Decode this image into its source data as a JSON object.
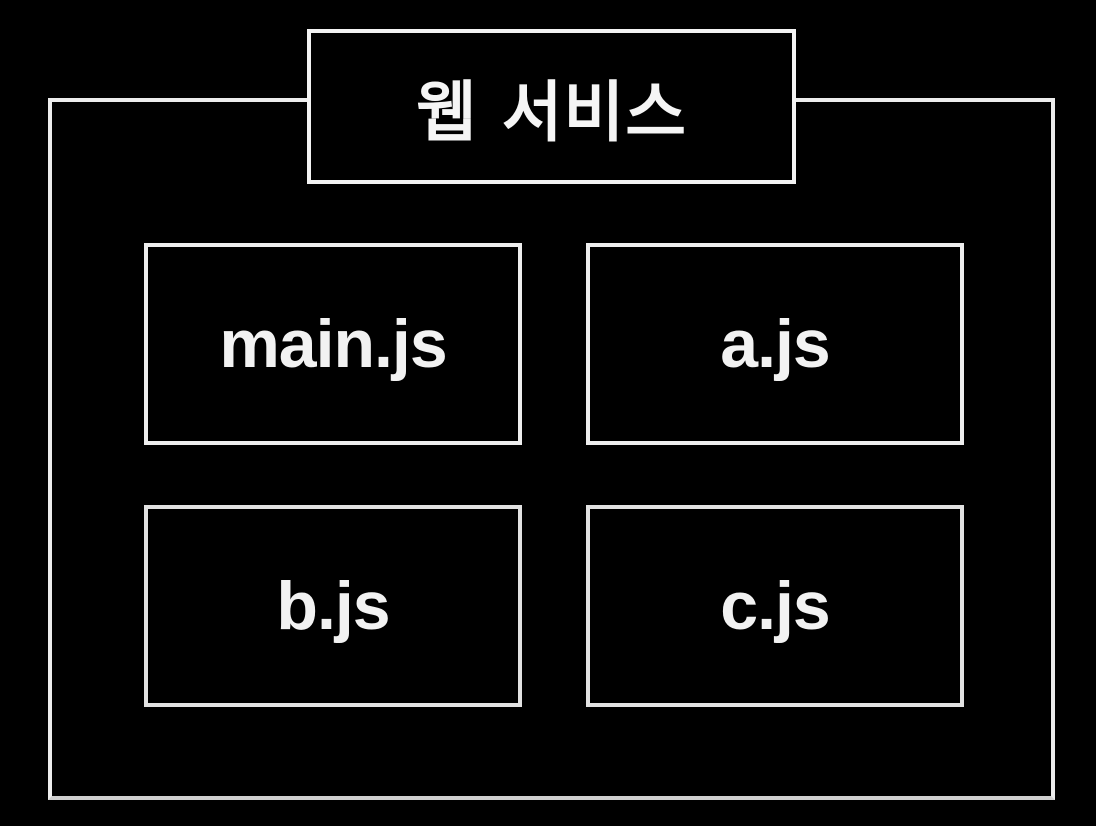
{
  "title": "웹 서비스",
  "files": [
    {
      "label": "main.js"
    },
    {
      "label": "a.js"
    },
    {
      "label": "b.js"
    },
    {
      "label": "c.js"
    }
  ],
  "colors": {
    "background": "#000000",
    "line": "#eeeeee",
    "text": "#f2f2f2"
  }
}
